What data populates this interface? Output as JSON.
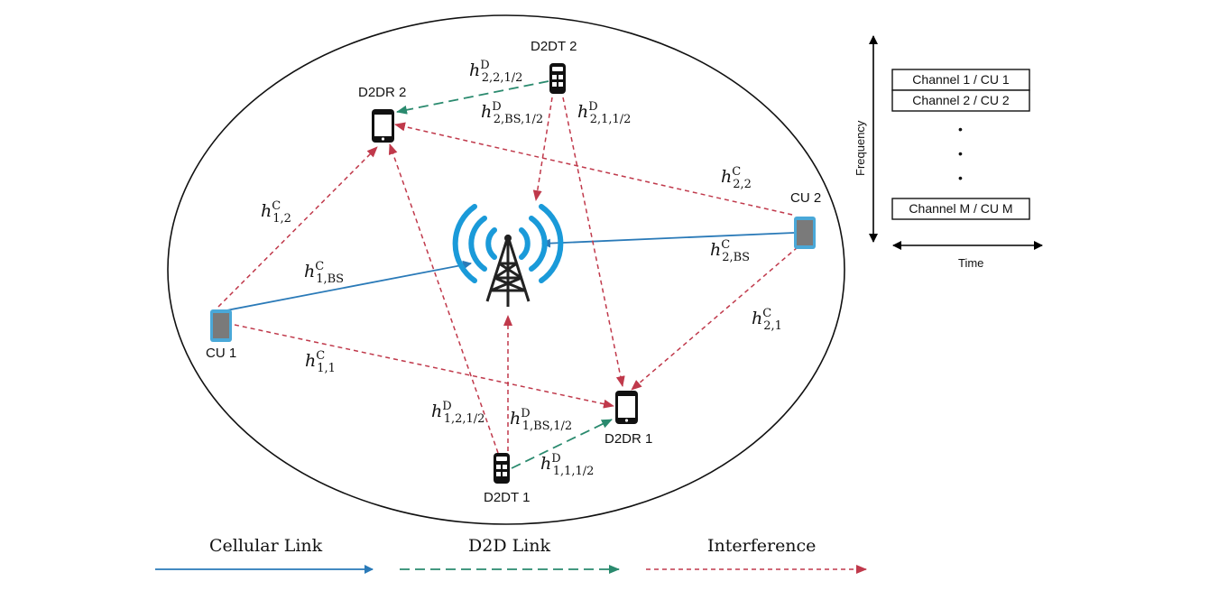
{
  "nodes": {
    "d2dt2": "D2DT 2",
    "d2dr2": "D2DR 2",
    "cu2": "CU 2",
    "cu1": "CU 1",
    "d2dr1": "D2DR 1",
    "d2dt1": "D2DT 1"
  },
  "links": {
    "h22": {
      "base": "h",
      "sup": "D",
      "sub": "2,2,1/2"
    },
    "h2bs_d": {
      "base": "h",
      "sup": "D",
      "sub": "2,BS,1/2"
    },
    "h21_d": {
      "base": "h",
      "sup": "D",
      "sub": "2,1,1/2"
    },
    "hc22": {
      "base": "h",
      "sup": "C",
      "sub": "2,2"
    },
    "hc12": {
      "base": "h",
      "sup": "C",
      "sub": "1,2"
    },
    "hc1bs": {
      "base": "h",
      "sup": "C",
      "sub": "1,BS"
    },
    "hc2bs": {
      "base": "h",
      "sup": "C",
      "sub": "2,BS"
    },
    "hc21": {
      "base": "h",
      "sup": "C",
      "sub": "2,1"
    },
    "hc11": {
      "base": "h",
      "sup": "C",
      "sub": "1,1"
    },
    "h12_d": {
      "base": "h",
      "sup": "D",
      "sub": "1,2,1/2"
    },
    "h1bs_d": {
      "base": "h",
      "sup": "D",
      "sub": "1,BS,1/2"
    },
    "h11_d": {
      "base": "h",
      "sup": "D",
      "sub": "1,1,1/2"
    }
  },
  "resource_grid": {
    "rows": [
      "Channel 1 / CU 1",
      "Channel 2 / CU 2"
    ],
    "last_row": "Channel M / CU M",
    "ellipsis": [
      "•",
      "•",
      "•"
    ],
    "y_axis": "Frequency",
    "x_axis": "Time"
  },
  "legend": {
    "cellular": "Cellular Link",
    "d2d": "D2D Link",
    "interference": "Interference"
  },
  "colors": {
    "cellular": "#2a7ab8",
    "d2d": "#2a8a6e",
    "interference": "#c0394b",
    "tower_waves": "#1a9ad9",
    "cu_device": "#4aa8d8"
  }
}
